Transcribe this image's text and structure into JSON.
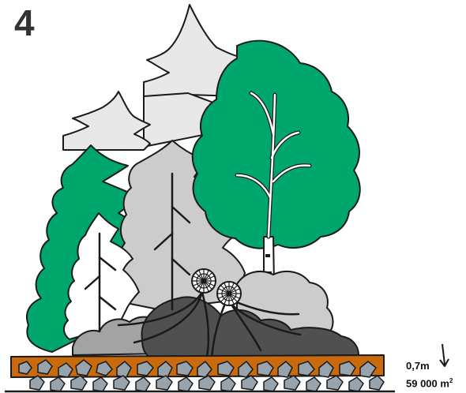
{
  "illustration": {
    "number": "4",
    "depth_label": "0,7m",
    "area_label": "59 000 m",
    "area_unit_exponent": "2"
  },
  "colors": {
    "light_green": "#00a76d",
    "light_grey": "#cccccc",
    "pale_grey": "#e8e8e8",
    "dark_grey": "#505050",
    "mid_grey": "#a3a3a3",
    "soil": "#c96a0c",
    "stone": "#97a4ae",
    "outline": "#1a1a1a"
  },
  "icons": {
    "arrow": "down-arrow-icon",
    "fern_disc": "fern-disc-icon",
    "stone": "stone-icon"
  }
}
